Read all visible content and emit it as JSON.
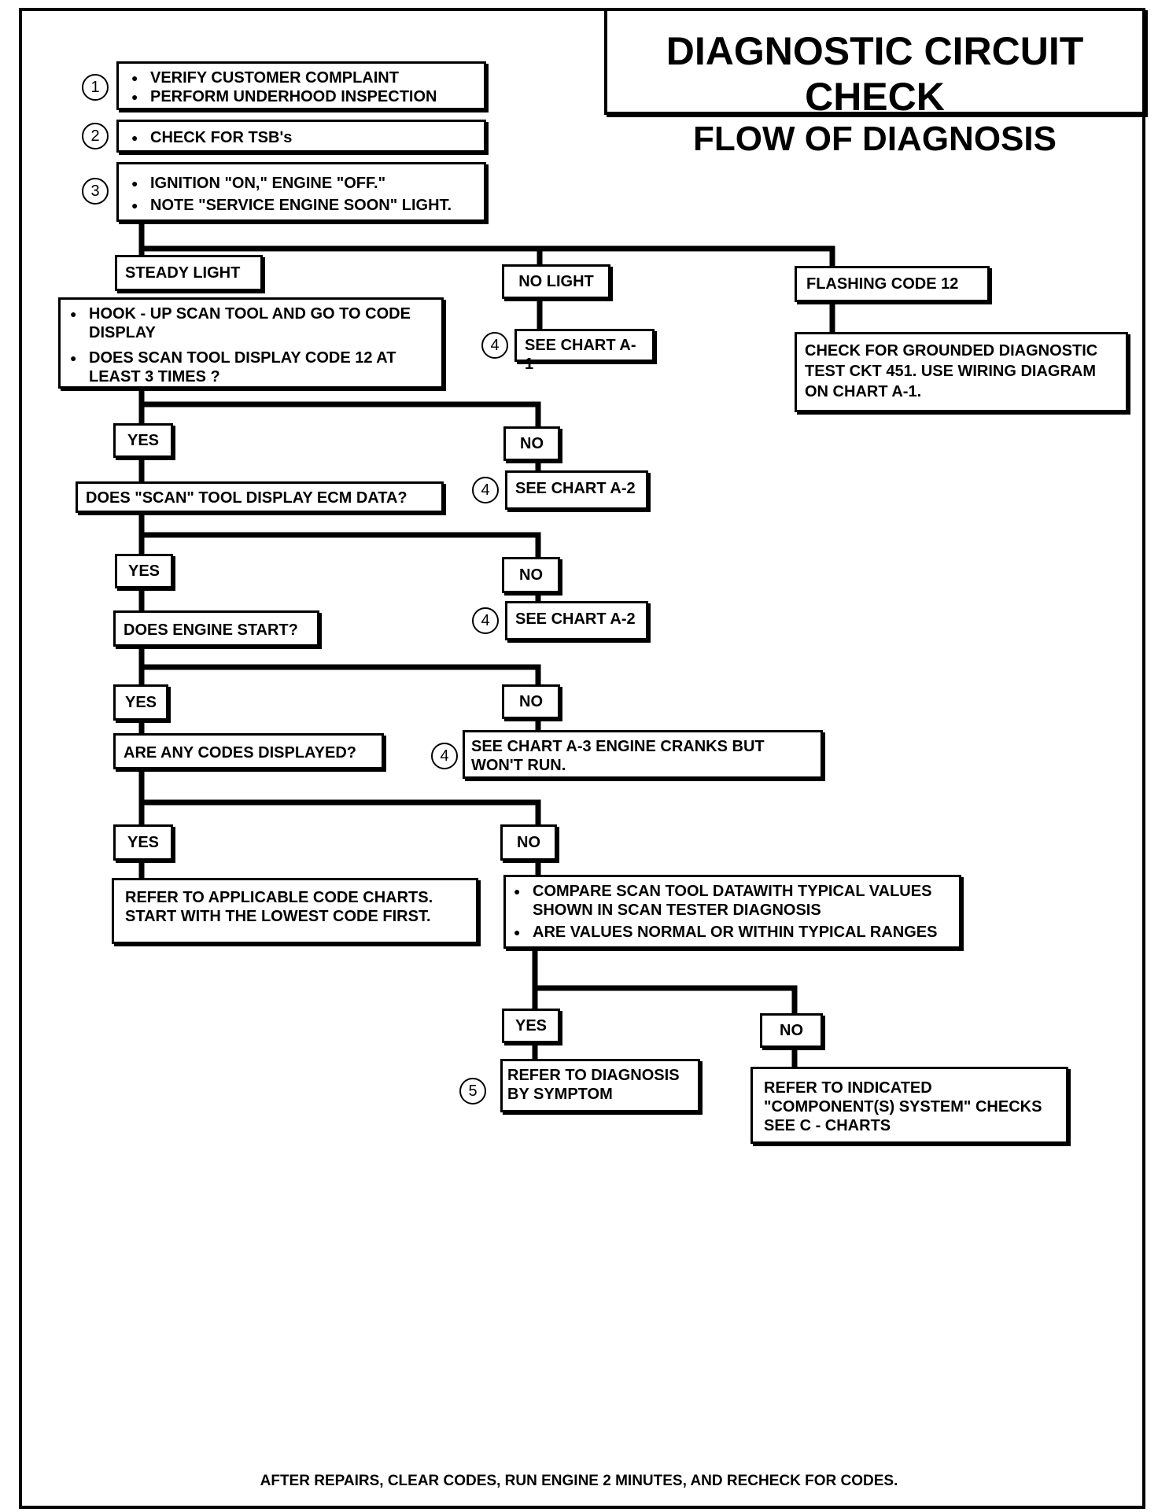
{
  "title": {
    "line1": "DIAGNOSTIC CIRCUIT CHECK",
    "line2": "FLOW OF DIAGNOSIS"
  },
  "steps": {
    "s1": "1",
    "s2": "2",
    "s3": "3",
    "s4": "4",
    "s5": "5"
  },
  "box1": [
    "VERIFY CUSTOMER COMPLAINT",
    "PERFORM UNDERHOOD INSPECTION"
  ],
  "box2": [
    "CHECK FOR TSB's"
  ],
  "box3": [
    "IGNITION \"ON,\" ENGINE  \"OFF.\"",
    "NOTE \"SERVICE ENGINE SOON\" LIGHT."
  ],
  "branches": {
    "steady": "STEADY LIGHT",
    "no_light": "NO LIGHT",
    "flashing": "FLASHING CODE 12"
  },
  "see_a1": "SEE CHART A-1",
  "grounded": "CHECK FOR GROUNDED DIAGNOSTIC TEST CKT 451.  USE WIRING DIAGRAM ON CHART A-1.",
  "hook": [
    "HOOK - UP SCAN TOOL AND GO TO CODE DISPLAY",
    "DOES SCAN TOOL DISPLAY CODE 12  AT LEAST 3 TIMES ?"
  ],
  "yes": "YES",
  "no": "NO",
  "see_a2": "SEE CHART A-2",
  "ecm_q": "DOES \"SCAN\" TOOL DISPLAY ECM DATA?",
  "start_q": "DOES ENGINE START?",
  "see_a3": "SEE CHART A-3 ENGINE CRANKS BUT WON'T RUN.",
  "codes_q": "ARE ANY CODES DISPLAYED?",
  "code_charts": "REFER TO APPLICABLE CODE CHARTS. START WITH THE LOWEST CODE FIRST.",
  "compare": [
    "COMPARE SCAN TOOL DATAWITH TYPICAL VALUES SHOWN IN SCAN TESTER DIAGNOSIS",
    "ARE VALUES NORMAL OR WITHIN TYPICAL RANGES"
  ],
  "symptom": "REFER TO DIAGNOSIS BY SYMPTOM",
  "component": "REFER TO INDICATED \"COMPONENT(S) SYSTEM\" CHECKS SEE  C - CHARTS",
  "footer": "AFTER REPAIRS, CLEAR CODES, RUN ENGINE 2 MINUTES, AND RECHECK FOR CODES."
}
